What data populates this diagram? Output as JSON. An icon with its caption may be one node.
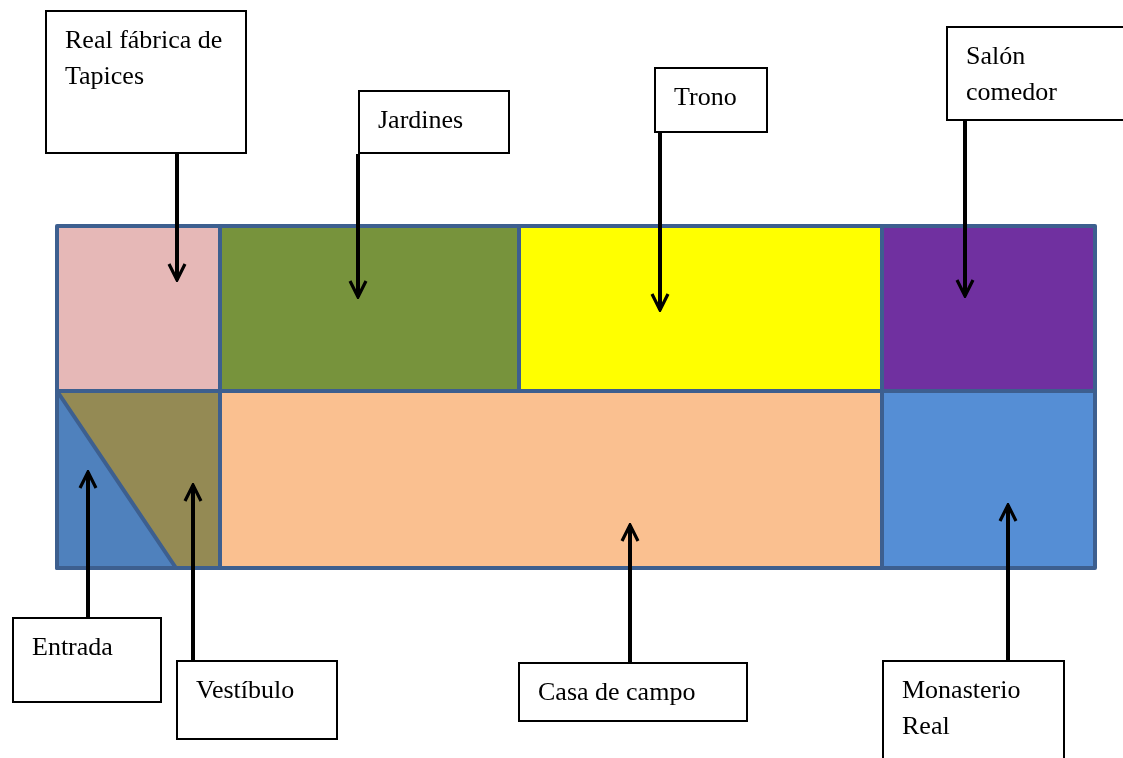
{
  "diagram": {
    "nodes": [
      {
        "text": [
          "Real fábrica de Tapices"
        ]
      },
      {
        "text": [
          "Jardines"
        ]
      },
      {
        "text": [
          "Trono"
        ]
      },
      {
        "text": [
          "Salón comedor"
        ]
      },
      {
        "text": [],
        "shape": "box"
      },
      {
        "text": [],
        "shape": "box"
      },
      {
        "text": [],
        "shape": "box"
      },
      {
        "text": [],
        "shape": "box"
      },
      {
        "text": [],
        "shape": "triangle",
        "in": 9
      },
      {
        "text": [],
        "shape": "box"
      },
      {
        "text": [],
        "shape": "box"
      },
      {
        "text": [],
        "shape": "box"
      },
      {
        "text": [
          "Entrada"
        ]
      },
      {
        "text": [
          "Vestíbulo"
        ]
      },
      {
        "text": [
          "Casa de campo"
        ]
      },
      {
        "text": [
          "Monasterio Real"
        ]
      }
    ],
    "edges": [
      {
        "from": 0,
        "to": 4,
        "arrow": "to"
      },
      {
        "from": 1,
        "to": 5,
        "arrow": "to"
      },
      {
        "from": 2,
        "to": 6,
        "arrow": "to"
      },
      {
        "from": 3,
        "to": 7,
        "arrow": "to"
      },
      {
        "from": 12,
        "to": 8,
        "arrow": "to"
      },
      {
        "from": 13,
        "to": 9,
        "arrow": "to"
      },
      {
        "from": 14,
        "to": 10,
        "arrow": "to"
      },
      {
        "from": 15,
        "to": 11,
        "arrow": "to"
      }
    ]
  }
}
